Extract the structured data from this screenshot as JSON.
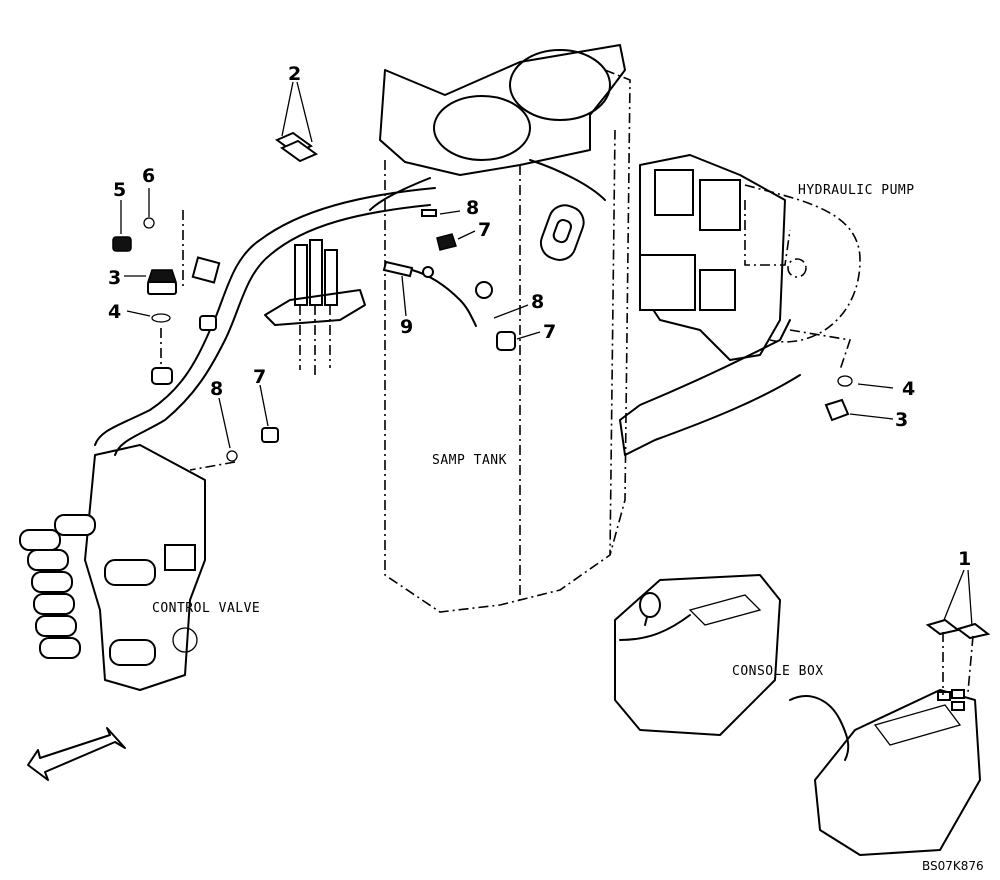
{
  "labels": {
    "hydraulic_pump": "HYDRAULIC PUMP",
    "samp_tank": "SAMP TANK",
    "control_valve": "CONTROL VALVE",
    "console_box": "CONSOLE BOX"
  },
  "callouts": {
    "c1": "1",
    "c2": "2",
    "c3_left": "3",
    "c3_right": "3",
    "c4_left": "4",
    "c4_right": "4",
    "c5": "5",
    "c6": "6",
    "c7_top": "7",
    "c7_mid": "7",
    "c7_left": "7",
    "c8_top": "8",
    "c8_mid": "8",
    "c8_left": "8",
    "c9": "9"
  },
  "drawing_ref": "BS07K876"
}
